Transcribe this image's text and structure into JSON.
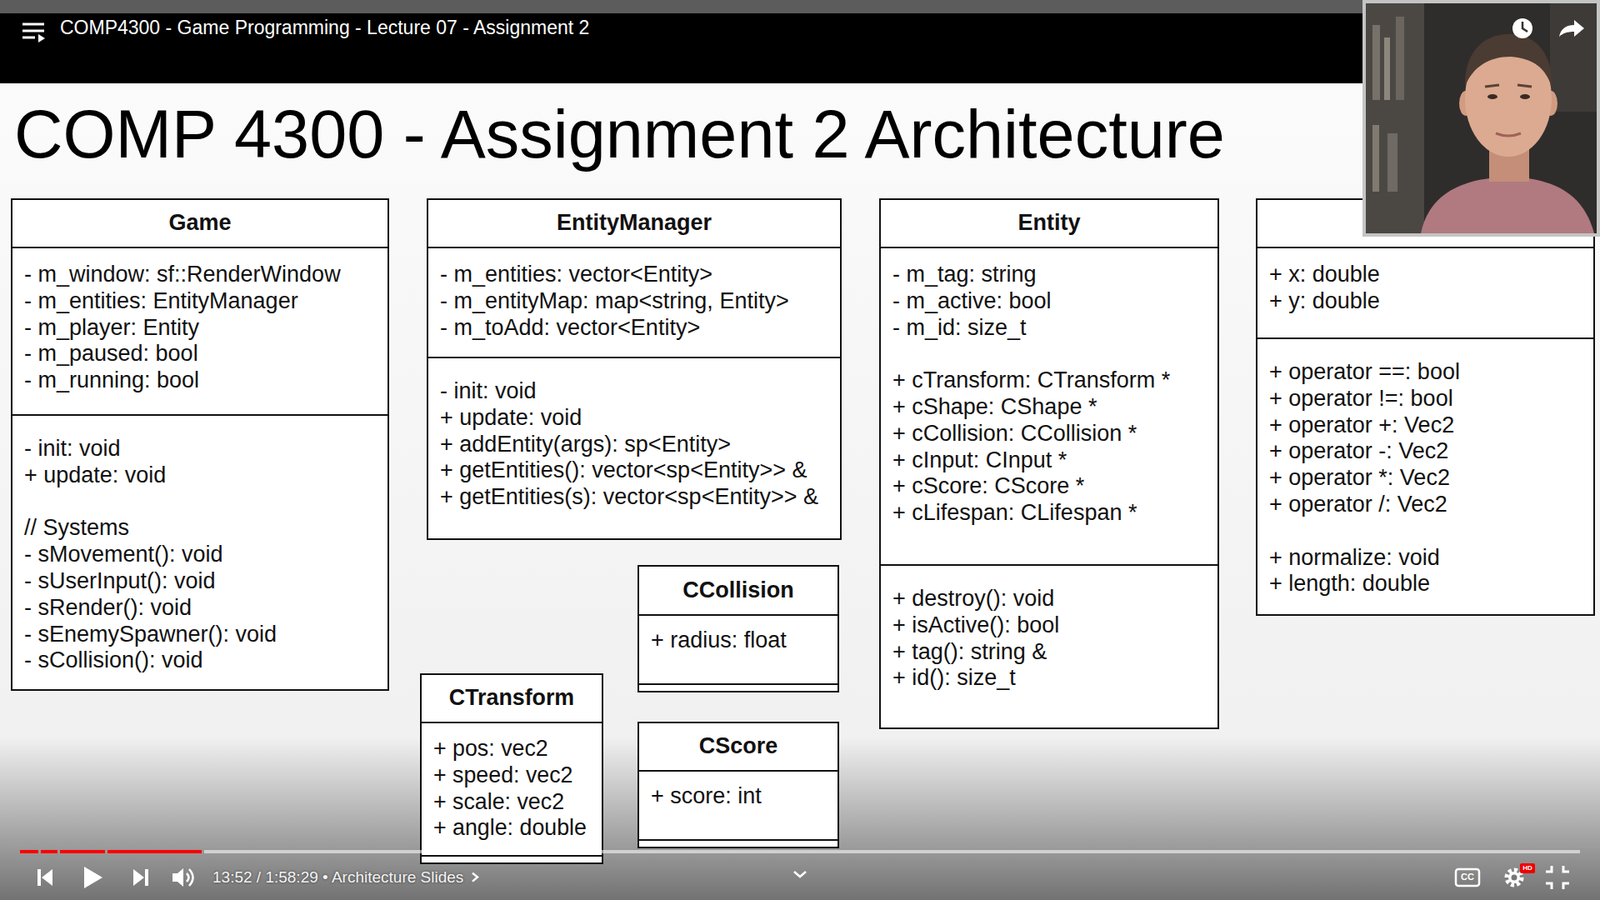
{
  "diagram": {
    "title": "COMP 4300 - Assignment 2 Architecture",
    "nodes": [
      {
        "text": [
          "Game",
          "- m_window: sf::RenderWindow",
          "- m_entities: EntityManager",
          "- m_player: Entity",
          "- m_paused: bool",
          "- m_running: bool",
          "- init: void",
          "+ update: void",
          "// Systems",
          "- sMovement(): void",
          "- sUserInput(): void",
          "- sRender(): void",
          "- sEnemySpawner(): void",
          "- sCollision(): void"
        ]
      },
      {
        "text": [
          "EntityManager",
          "- m_entities: vector<Entity>",
          "- m_entityMap: map<string, Entity>",
          "- m_toAdd: vector<Entity>",
          "- init: void",
          "+ update: void",
          "+ addEntity(args): sp<Entity>",
          "+ getEntities(): vector<sp<Entity>> &",
          "+ getEntities(s): vector<sp<Entity>> &"
        ]
      },
      {
        "text": [
          "Entity",
          "- m_tag: string",
          "- m_active: bool",
          "- m_id: size_t",
          "+ cTransform: CTransform *",
          "+ cShape: CShape *",
          "+ cCollision: CCollision *",
          "+ cInput: CInput *",
          "+ cScore: CScore *",
          "+ cLifespan: CLifespan *",
          "+ destroy(): void",
          "+ isActive(): bool",
          "+ tag(): string &",
          "+ id(): size_t"
        ]
      },
      {
        "text": [
          "+ x: double",
          "+ y: double",
          "+ operator ==: bool",
          "+ operator !=: bool",
          "+ operator +: Vec2",
          "+ operator -: Vec2",
          "+ operator *: Vec2",
          "+ operator /: Vec2",
          "+ normalize: void",
          "+ length: double"
        ]
      },
      {
        "text": [
          "CCollision",
          "+ radius: float"
        ]
      },
      {
        "text": [
          "CTransform",
          "+ pos: vec2",
          "+ speed: vec2",
          "+ scale: vec2",
          "+ angle: double"
        ]
      },
      {
        "text": [
          "CScore",
          "+ score: int"
        ]
      }
    ],
    "labels": [
      "COMP4300 - Game Programming - Lecture 07 - Assignment 2",
      "13:52 / 1:58:29 • Architecture Slides",
      "CC",
      "HD"
    ]
  }
}
